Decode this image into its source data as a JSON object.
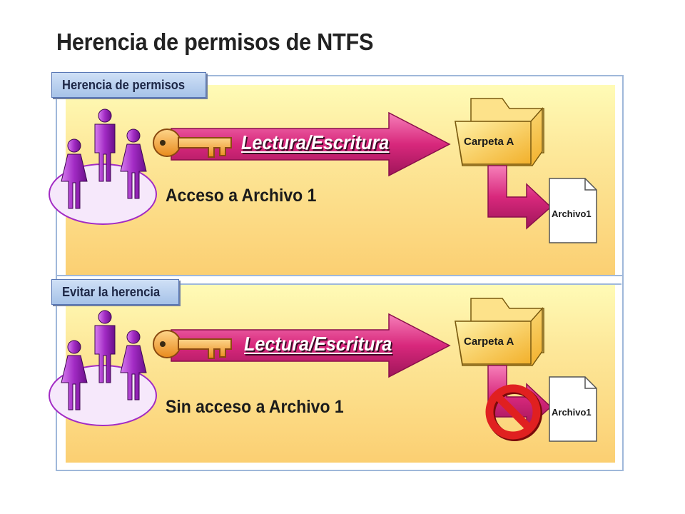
{
  "title": "Herencia de permisos de NTFS",
  "sections": [
    {
      "tag": "Herencia de permisos",
      "permission": "Lectura/Escritura",
      "folder": "Carpeta A",
      "file": "Archivo1",
      "result": "Acceso a Archivo 1",
      "blocked": false
    },
    {
      "tag": "Evitar la herencia",
      "permission": "Lectura/Escritura",
      "folder": "Carpeta A",
      "file": "Archivo1",
      "result": "Sin acceso a Archivo 1",
      "blocked": true
    }
  ],
  "colors": {
    "panel_top": "#fffbb6",
    "panel_bottom": "#fbcf72",
    "arrow": "#d8287c",
    "key": "#f4a23a",
    "people": "#a22bc4",
    "folder": "#f7c341",
    "block": "#e02020"
  },
  "icons": [
    "people-group-icon",
    "key-icon",
    "folder-icon",
    "document-icon",
    "no-entry-icon"
  ]
}
